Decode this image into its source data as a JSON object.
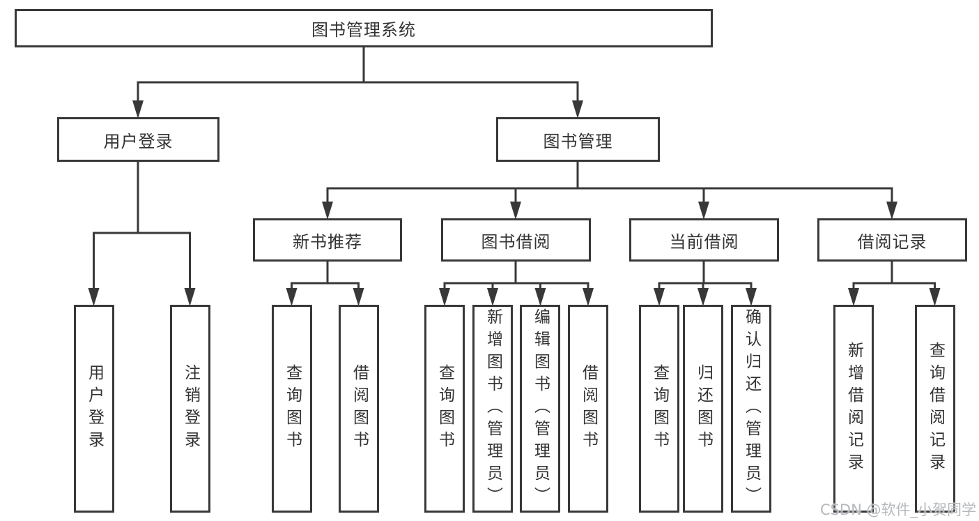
{
  "diagram": {
    "type": "hierarchy-tree",
    "line_color": "#383838",
    "box_border_color": "#383838",
    "box_fill_color": "#ffffff",
    "text_color": "#333333",
    "tree": {
      "label": "图书管理系统",
      "children": [
        {
          "label": "用户登录",
          "children": [
            {
              "label": "用户登录"
            },
            {
              "label": "注销登录"
            }
          ]
        },
        {
          "label": "图书管理",
          "children": [
            {
              "label": "新书推荐",
              "children": [
                {
                  "label": "查询图书"
                },
                {
                  "label": "借阅图书"
                }
              ]
            },
            {
              "label": "图书借阅",
              "children": [
                {
                  "label": "查询图书"
                },
                {
                  "label": "新增图书（管理员）"
                },
                {
                  "label": "编辑图书（管理员）"
                },
                {
                  "label": "借阅图书"
                }
              ]
            },
            {
              "label": "当前借阅",
              "children": [
                {
                  "label": "查询图书"
                },
                {
                  "label": "归还图书"
                },
                {
                  "label": "确认归还（管理员）"
                }
              ]
            },
            {
              "label": "借阅记录",
              "children": [
                {
                  "label": "新增借阅记录"
                },
                {
                  "label": "查询借阅记录"
                }
              ]
            }
          ]
        }
      ]
    }
  },
  "watermark": {
    "text": "CSDN @软件_小贺同学",
    "color": "#b5b9be"
  }
}
